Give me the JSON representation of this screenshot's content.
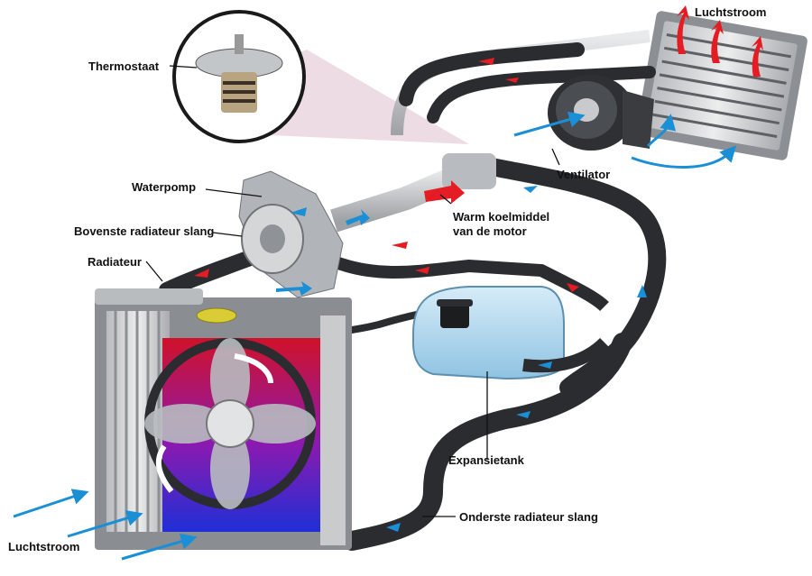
{
  "labels": {
    "thermostat": "Thermostaat",
    "airflow_top": "Luchtstroom",
    "water_pump": "Waterpomp",
    "fan": "Ventilator",
    "upper_hose": "Bovenste radiateur slang",
    "warm_coolant_line1": "Warm koelmiddel",
    "warm_coolant_line2": "van de motor",
    "radiator": "Radiateur",
    "expansion_tank": "Expansietank",
    "lower_hose": "Onderste radiateur slang",
    "airflow_bottom": "Luchtstroom"
  },
  "colors": {
    "hose": "#2a2c30",
    "pipe": "#c7c9cb",
    "hot": "#e51c23",
    "cold": "#1a8fd6",
    "radiator_hot": "#d0122a",
    "radiator_cold": "#1f2fd6",
    "tank": "#a9d4ec"
  },
  "icons": {
    "hot_flow_arrow": "red-arrow",
    "cold_flow_arrow": "blue-arrow",
    "airflow_arrow": "blue-arrow"
  }
}
